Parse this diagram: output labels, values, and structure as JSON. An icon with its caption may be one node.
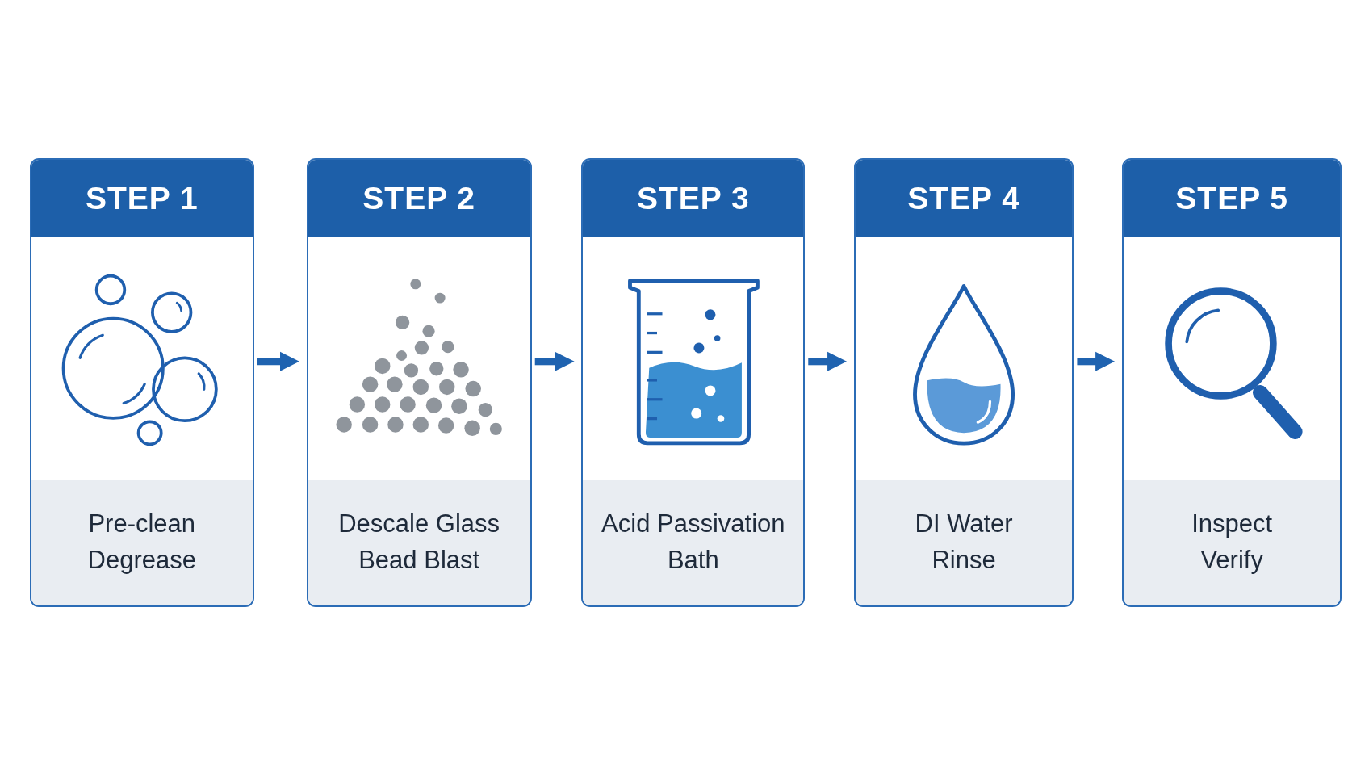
{
  "diagram": {
    "nodes": [
      {
        "text": [
          "STEP 1",
          "Pre-clean Degrease"
        ]
      },
      {
        "text": [
          "STEP 2",
          "Descale Glass Bead Blast"
        ]
      },
      {
        "text": [
          "STEP 3",
          "Acid Passivation Bath"
        ]
      },
      {
        "text": [
          "STEP 4",
          "DI Water Rinse"
        ]
      },
      {
        "text": [
          "STEP 5",
          "Inspect Verify"
        ]
      }
    ],
    "edges": [
      {
        "from": 0,
        "to": 1,
        "arrow": "to"
      },
      {
        "from": 1,
        "to": 2,
        "arrow": "to"
      },
      {
        "from": 2,
        "to": 3,
        "arrow": "to"
      },
      {
        "from": 3,
        "to": 4,
        "arrow": "to"
      }
    ]
  }
}
